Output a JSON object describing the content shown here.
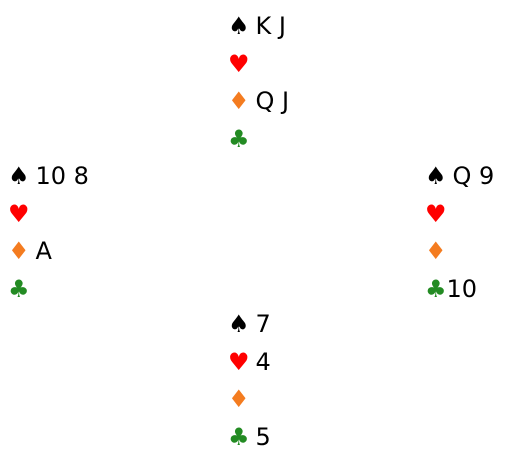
{
  "suit_symbols": {
    "spades": "♠",
    "hearts": "♥",
    "diamonds": "♦",
    "clubs": "♣"
  },
  "colors": {
    "spades": "#000000",
    "hearts": "#ff0000",
    "diamonds": "#f47c20",
    "clubs": "#238b23"
  },
  "hands": {
    "north": {
      "spades": "K J",
      "hearts": "",
      "diamonds": "Q J",
      "clubs": ""
    },
    "west": {
      "spades": "10 8",
      "hearts": "",
      "diamonds": "A",
      "clubs": ""
    },
    "east": {
      "spades": "Q 9",
      "hearts": "",
      "diamonds": "",
      "clubs": "10"
    },
    "south": {
      "spades": "7",
      "hearts": "4",
      "diamonds": "",
      "clubs": "5"
    }
  }
}
